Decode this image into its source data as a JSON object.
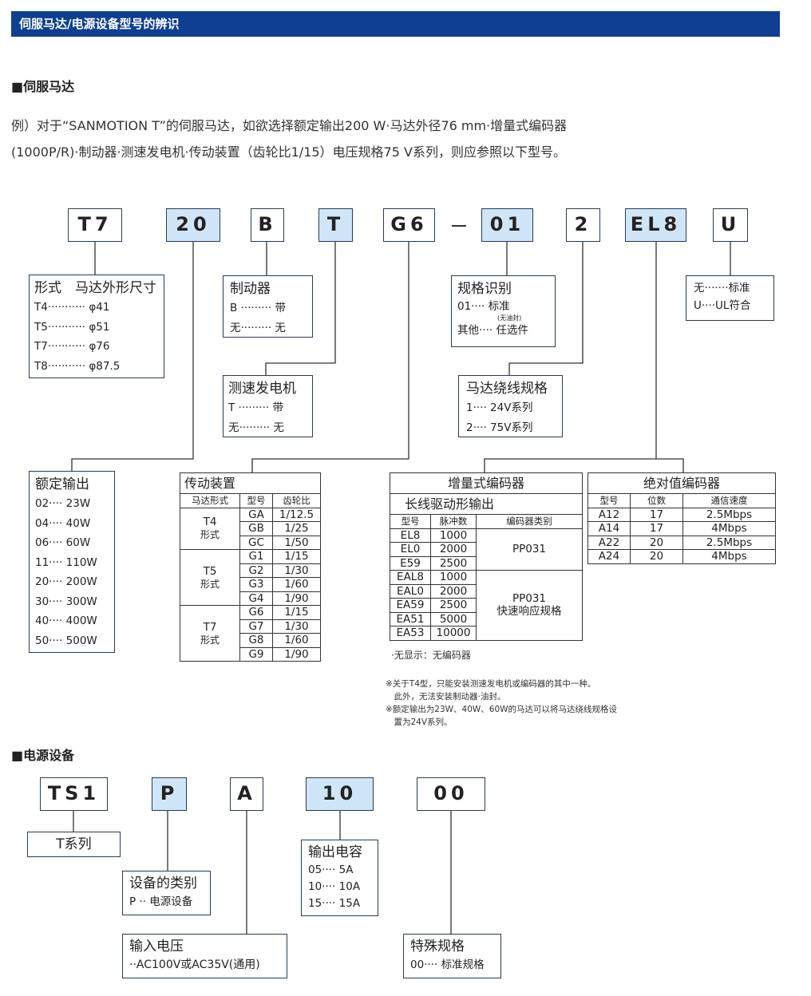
{
  "banner": "伺服马达/电源设备型号的辨识",
  "servo": {
    "heading": "■伺服马达",
    "intro_line1": "例）对于“SANMOTION T”的伺服马达，如欲选择额定输出200 W·马达外径76 mm·增量式编码器",
    "intro_line2": "(1000P/R)·制动器·测速发电机·传动装置（齿轮比1/15）电压规格75 V系列，则应参照以下型号。",
    "codes": [
      "T7",
      "20",
      "B",
      "T",
      "G6",
      "01",
      "2",
      "EL8",
      "U"
    ],
    "frame": {
      "title": "形式　马达外形尺寸",
      "rows": [
        "T4··········· φ41",
        "T5··········· φ51",
        "T7··········· φ76",
        "T8··········· φ87.5"
      ]
    },
    "brake": {
      "title": "制动器",
      "rows": [
        "B ········· 带",
        "无········· 无"
      ]
    },
    "tacho": {
      "title": "测速发电机",
      "rows": [
        "T ········· 带",
        "无········· 无"
      ]
    },
    "spec": {
      "title": "规格识别",
      "row1": "01···· 标准",
      "note": "(无油封)",
      "row2": "其他···· 任选件"
    },
    "voltage": {
      "title": "马达绕线规格",
      "rows": [
        "1···· 24V系列",
        "2···· 75V系列"
      ]
    },
    "ul": {
      "rows": [
        "无·······标准",
        "U····UL符合"
      ]
    },
    "output": {
      "title": "额定输出",
      "rows": [
        "02···· 23W",
        "04···· 40W",
        "06···· 60W",
        "11···· 110W",
        "20···· 200W",
        "30···· 300W",
        "40···· 400W",
        "50···· 500W"
      ]
    },
    "gear": {
      "title": "传动装置",
      "headers": [
        "马达形式",
        "型号",
        "齿轮比"
      ],
      "groups": [
        {
          "label1": "T4",
          "label2": "形式",
          "rows": [
            [
              "GA",
              "1/12.5"
            ],
            [
              "GB",
              "1/25"
            ],
            [
              "GC",
              "1/50"
            ]
          ]
        },
        {
          "label1": "T5",
          "label2": "形式",
          "rows": [
            [
              "G1",
              "1/15"
            ],
            [
              "G2",
              "1/30"
            ],
            [
              "G3",
              "1/60"
            ],
            [
              "G4",
              "1/90"
            ]
          ]
        },
        {
          "label1": "T7",
          "label2": "形式",
          "rows": [
            [
              "G6",
              "1/15"
            ],
            [
              "G7",
              "1/30"
            ],
            [
              "G8",
              "1/60"
            ],
            [
              "G9",
              "1/90"
            ]
          ]
        }
      ]
    },
    "incremental": {
      "title": "增量式编码器",
      "subtitle": "长线驱动形输出",
      "headers": [
        "型号",
        "脉冲数",
        "编码器类别"
      ],
      "group1": {
        "rows": [
          [
            "EL8",
            "1000"
          ],
          [
            "EL0",
            "2000"
          ],
          [
            "E59",
            "2500"
          ]
        ],
        "type": "PP031"
      },
      "group2": {
        "rows": [
          [
            "EAL8",
            "1000"
          ],
          [
            "EAL0",
            "2000"
          ],
          [
            "EA59",
            "2500"
          ],
          [
            "EA51",
            "5000"
          ],
          [
            "EA53",
            "10000"
          ]
        ],
        "type1": "PP031",
        "type2": "快速响应规格"
      },
      "note": "·无显示：无编码器"
    },
    "absolute": {
      "title": "绝对值编码器",
      "headers": [
        "型号",
        "位数",
        "通信速度"
      ],
      "rows": [
        [
          "A12",
          "17",
          "2.5Mbps"
        ],
        [
          "A14",
          "17",
          "4Mbps"
        ],
        [
          "A22",
          "20",
          "2.5Mbps"
        ],
        [
          "A24",
          "20",
          "4Mbps"
        ]
      ]
    },
    "notes": [
      "※关于T4型，只能安装测速发电机或编码器的其中一种。",
      "　此外，无法安装制动器·油封。",
      "※额定输出为23W、40W、60W的马达可以将马达绕线规格设",
      "　置为24V系列。"
    ]
  },
  "power": {
    "heading": "■电源设备",
    "codes": [
      "TS1",
      "P",
      "A",
      "10",
      "00"
    ],
    "series": {
      "title": "T系列"
    },
    "type": {
      "title": "设备的类别",
      "row": "P ·· 电源设备"
    },
    "input": {
      "title": "输入电压",
      "row": "··AC100V或AC35V(通用)"
    },
    "capacity": {
      "title": "输出电容",
      "rows": [
        "05···· 5A",
        "10···· 10A",
        "15···· 15A"
      ]
    },
    "special": {
      "title": "特殊规格",
      "row": "00···· 标准规格"
    }
  },
  "colors": {
    "banner": "#0f3f91",
    "highlight": "#cfe6f8",
    "border": "#2a3d52"
  }
}
